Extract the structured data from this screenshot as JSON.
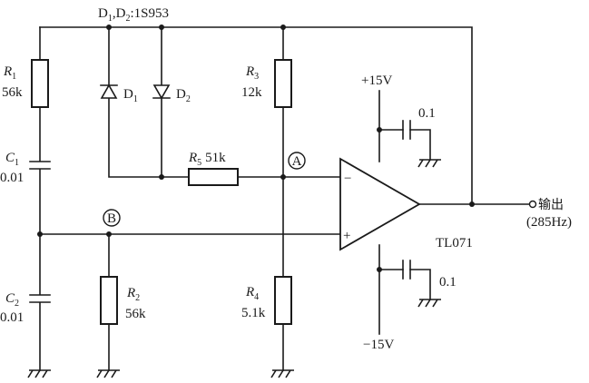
{
  "diode_note": {
    "d1": "D",
    "s1": "1",
    "sep": ",D",
    "s2": "2",
    "rest": ":1S953"
  },
  "r1": {
    "name": "R",
    "sub": "1",
    "value": "56k"
  },
  "c1": {
    "name": "C",
    "sub": "1",
    "value": "0.01"
  },
  "c2": {
    "name": "C",
    "sub": "2",
    "value": "0.01"
  },
  "r2": {
    "name": "R",
    "sub": "2",
    "value": "56k"
  },
  "d1": {
    "name": "D",
    "sub": "1"
  },
  "d2": {
    "name": "D",
    "sub": "2"
  },
  "r3": {
    "name": "R",
    "sub": "3",
    "value": "12k"
  },
  "r4": {
    "name": "R",
    "sub": "4",
    "value": "5.1k"
  },
  "r5": {
    "name": "R",
    "sub": "5",
    "value": "51k"
  },
  "node_a": "A",
  "node_b": "B",
  "opamp": {
    "minus": "−",
    "plus": "+",
    "part": "TL071"
  },
  "supply": {
    "positive": "+15V",
    "negative": "−15V"
  },
  "bypass_top": "0.1",
  "bypass_bottom": "0.1",
  "output": {
    "label": "输出",
    "freq": "(285Hz)"
  }
}
